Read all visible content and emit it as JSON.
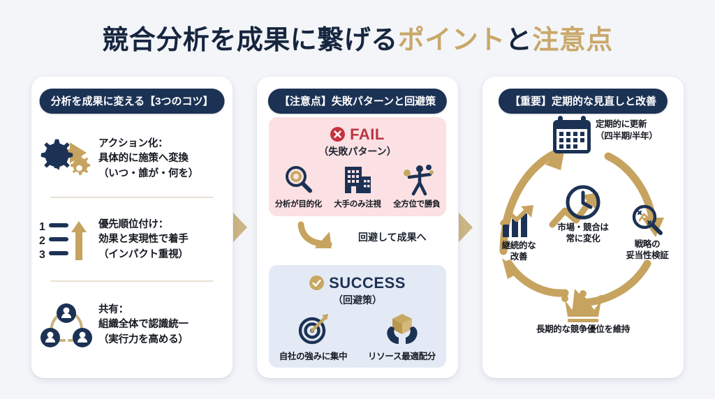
{
  "title": {
    "part1": "競合分析を成果に繋げる",
    "part2": "ポイント",
    "part3": "と",
    "part4": "注意点"
  },
  "colors": {
    "navy": "#1c3255",
    "gold": "#c6a863",
    "fail_red": "#b8353f",
    "fail_bg": "#fbe1e3",
    "success_bg": "#e3eaf5",
    "page_bg": "#f3f5f9",
    "card_bg": "#ffffff",
    "divider": "#e8e2d2"
  },
  "card1": {
    "header": "分析を成果に変える【3つのコツ】",
    "items": [
      {
        "icon": "gear-arrow-icon",
        "line1": "アクション化：",
        "line2": "具体的に施策へ変換",
        "line3": "（いつ・誰が・何を）"
      },
      {
        "icon": "priority-list-arrow-icon",
        "line1": "優先順位付け：",
        "line2": "効果と実現性で着手",
        "line3": "（インパクト重視）"
      },
      {
        "icon": "people-network-icon",
        "line1": "共有：",
        "line2": "組織全体で認識統一",
        "line3": "（実行力を高める）"
      }
    ],
    "list_numbers": [
      "1",
      "2",
      "3"
    ]
  },
  "card2": {
    "header": "【注意点】失敗パターンと回避策",
    "fail": {
      "badge_icon": "x-circle-icon",
      "word": "FAIL",
      "sub": "（失敗パターン）",
      "items": [
        {
          "icon": "magnifier-icon",
          "label": "分析が目的化"
        },
        {
          "icon": "office-building-icon",
          "label": "大手のみ注視"
        },
        {
          "icon": "juggling-person-icon",
          "label": "全方位で勝負"
        }
      ]
    },
    "bridge": {
      "icon": "curved-down-arrow-icon",
      "label": "回避して成果へ"
    },
    "success": {
      "badge_icon": "check-circle-icon",
      "word": "SUCCESS",
      "sub": "（回避策）",
      "items": [
        {
          "icon": "target-dart-icon",
          "label": "自社の強みに集中"
        },
        {
          "icon": "hands-box-icon",
          "label": "リソース最適配分"
        }
      ]
    }
  },
  "card3": {
    "header": "【重要】定期的な見直しと改善",
    "nodes": [
      {
        "icon": "calendar-icon",
        "label": ""
      },
      {
        "icon": "clock-icon",
        "label_line1": "市場・競合は",
        "label_line2": "常に変化"
      },
      {
        "icon": "bar-chart-up-icon",
        "label_line1": "継続的な",
        "label_line2": "改善"
      },
      {
        "icon": "magnifier-strategy-icon",
        "label_line1": "戦略の",
        "label_line2": "妥当性検証"
      },
      {
        "icon": "crown-icon",
        "label": "長期的な競争優位を維持"
      }
    ],
    "calendar_note_line1": "定期的に更新",
    "calendar_note_line2": "（四半期/半年）",
    "clock_line1": "市場・競合は",
    "clock_line2": "常に変化",
    "chart_line1": "継続的な",
    "chart_line2": "改善",
    "mag_line1": "戦略の",
    "mag_line2": "妥当性検証",
    "crown_label": "長期的な競争優位を維持"
  }
}
